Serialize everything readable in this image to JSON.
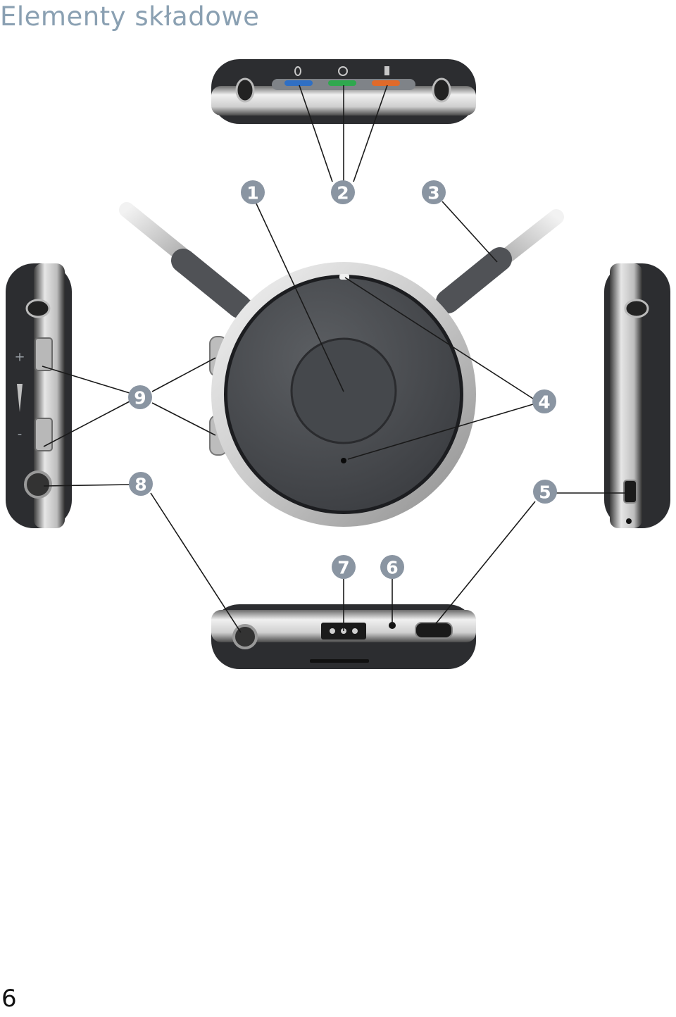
{
  "page": {
    "title": "Elementy składowe",
    "page_number": "6"
  },
  "figure": {
    "button_labels": {
      "plus": "+",
      "minus": "-"
    },
    "callouts": [
      {
        "id": "1",
        "label": "1"
      },
      {
        "id": "2",
        "label": "2"
      },
      {
        "id": "3",
        "label": "3"
      },
      {
        "id": "4",
        "label": "4"
      },
      {
        "id": "5",
        "label": "5"
      },
      {
        "id": "6",
        "label": "6"
      },
      {
        "id": "7",
        "label": "7"
      },
      {
        "id": "8",
        "label": "8"
      },
      {
        "id": "9",
        "label": "9"
      }
    ],
    "led_colors": {
      "bluetooth": "#2f6fc4",
      "power": "#2fa84e",
      "status": "#e06a2a"
    },
    "callout_color": "#8a95a2"
  }
}
